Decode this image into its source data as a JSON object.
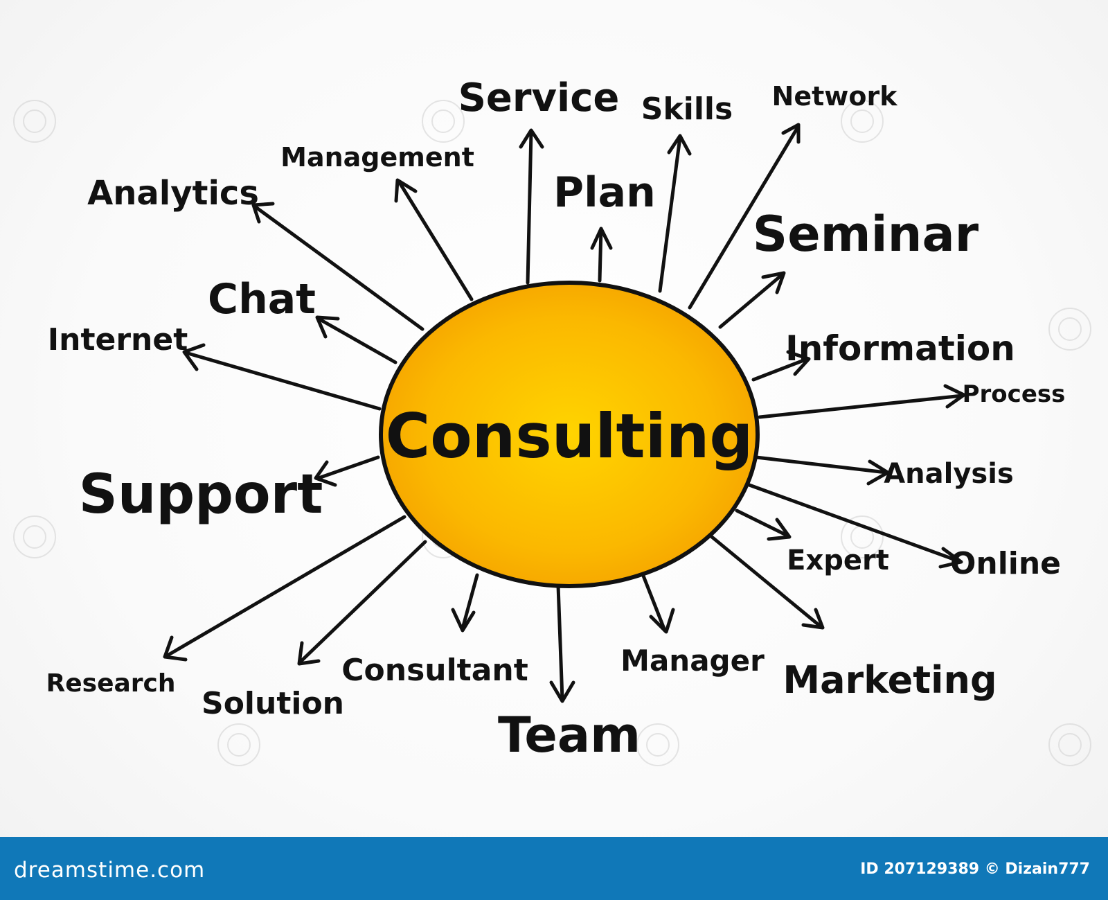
{
  "center": {
    "label": "Consulting"
  },
  "nodes": [
    {
      "id": "service",
      "label": "Service"
    },
    {
      "id": "skills",
      "label": "Skills"
    },
    {
      "id": "network",
      "label": "Network"
    },
    {
      "id": "management",
      "label": "Management"
    },
    {
      "id": "analytics",
      "label": "Analytics"
    },
    {
      "id": "plan",
      "label": "Plan"
    },
    {
      "id": "seminar",
      "label": "Seminar"
    },
    {
      "id": "chat",
      "label": "Chat"
    },
    {
      "id": "internet",
      "label": "Internet"
    },
    {
      "id": "information",
      "label": "Information"
    },
    {
      "id": "process",
      "label": "Process"
    },
    {
      "id": "support",
      "label": "Support"
    },
    {
      "id": "analysis",
      "label": "Analysis"
    },
    {
      "id": "expert",
      "label": "Expert"
    },
    {
      "id": "online",
      "label": "Online"
    },
    {
      "id": "research",
      "label": "Research"
    },
    {
      "id": "solution",
      "label": "Solution"
    },
    {
      "id": "consultant",
      "label": "Consultant"
    },
    {
      "id": "manager",
      "label": "Manager"
    },
    {
      "id": "marketing",
      "label": "Marketing"
    },
    {
      "id": "team",
      "label": "Team"
    }
  ],
  "footer": {
    "site": "dreamstime.com",
    "credit": "ID 207129389 © Dizain777"
  },
  "colors": {
    "center_inner": "#ffd400",
    "center_outer": "#f5a300",
    "stroke": "#111111",
    "footer_bg": "#1078b8"
  }
}
